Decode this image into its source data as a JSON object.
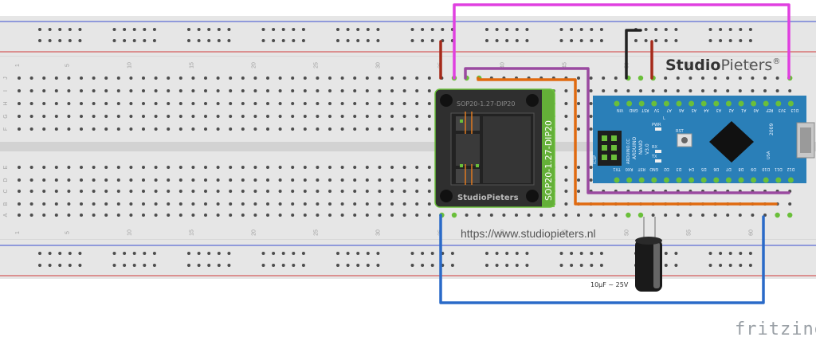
{
  "colors": {
    "board": "#e6e6e6",
    "rail_blue": "#3a4fd0",
    "rail_red": "#d03a3a",
    "hole": "#4d4d4d",
    "pin_green": "#6abf3a",
    "wire_magenta": "#e040e0",
    "wire_purple": "#9a4aa0",
    "wire_orange": "#e06a10",
    "wire_blue": "#2a6ac8",
    "wire_red": "#a52a1a",
    "wire_black": "#222222",
    "nano": "#2a7fb8",
    "adapter": "#2f2f2f"
  },
  "breadboard": {
    "col_numbers": [
      "1",
      "5",
      "10",
      "15",
      "20",
      "25",
      "30",
      "35",
      "40",
      "45",
      "50",
      "55",
      "60"
    ],
    "row_letters_top": [
      "J",
      "I",
      "H",
      "G",
      "F"
    ],
    "row_letters_bottom": [
      "E",
      "D",
      "C",
      "B",
      "A"
    ]
  },
  "brand": {
    "bold": "Studio",
    "light": "Pieters",
    "reg": "®"
  },
  "adapter": {
    "label_top": "SOP20-1.27-DIP20",
    "label_side": "SOP20-1.27-DIP20",
    "brand": "StudioPieters"
  },
  "nano": {
    "top_pins": [
      "D13",
      "3V3",
      "REF",
      "A0",
      "A1",
      "A2",
      "A3",
      "A4",
      "A5",
      "A6",
      "A7",
      "5V",
      "RST",
      "GND",
      "VIN"
    ],
    "bottom_pins": [
      "D12",
      "D11",
      "D10",
      "D9",
      "D8",
      "D7",
      "D6",
      "D5",
      "D4",
      "D3",
      "D2",
      "GND",
      "RST",
      "RX0",
      "TX1"
    ],
    "labels": [
      "ARDUINO",
      "NANO",
      "V3.0",
      "ARDUINO.CC",
      "ICSP",
      "PWR",
      "RX",
      "TX",
      "L",
      "RST",
      "2009",
      "USA",
      "ICSP"
    ]
  },
  "capacitor_label": "10µF ~ 25V",
  "url": "https://www.studiopieters.nl",
  "watermark": "fritzing"
}
